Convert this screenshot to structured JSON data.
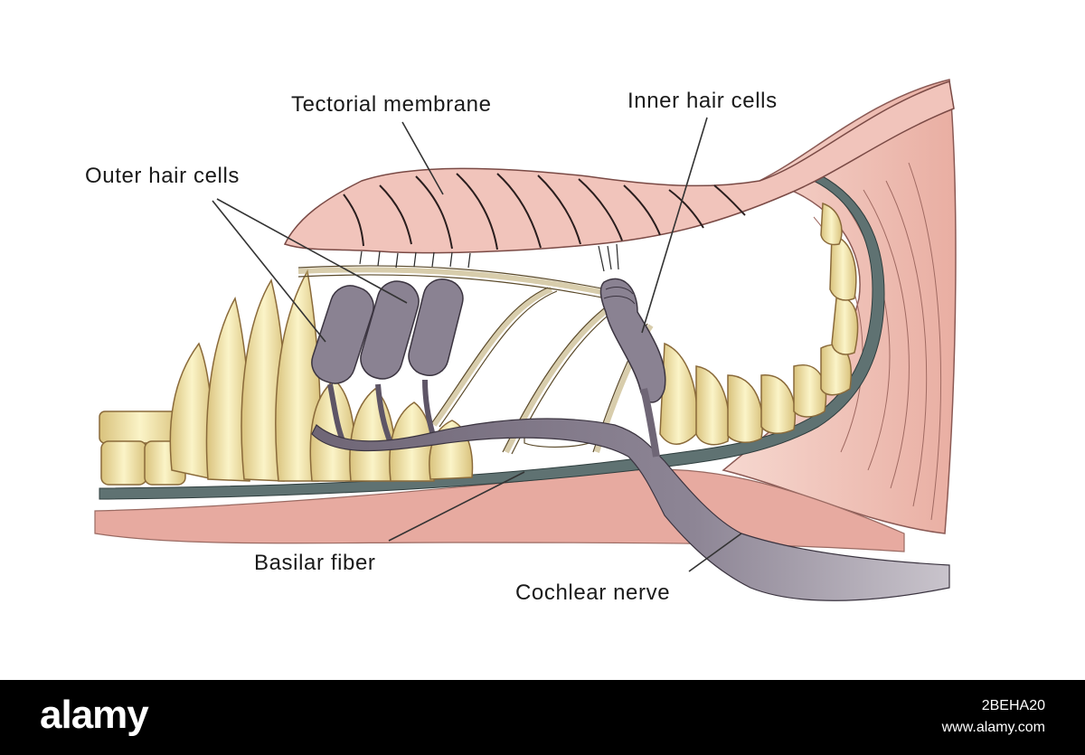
{
  "labels": {
    "tectorial_membrane": "Tectorial membrane",
    "inner_hair_cells": "Inner hair cells",
    "outer_hair_cells": "Outer hair cells",
    "basilar_fiber": "Basilar fiber",
    "cochlear_nerve": "Cochlear nerve"
  },
  "watermark": {
    "brand": "alamy",
    "image_id": "2BEHA20",
    "site": "www.alamy.com"
  },
  "colors": {
    "membrane": "#f1c4bb",
    "membrane_stripe": "#2a1e1e",
    "support_cells": "#efe3a4",
    "support_outline": "#8a6a3a",
    "hair_cells": "#8a8292",
    "nerve": "#7d7485",
    "basilar_layer": "#5f7272",
    "footer": "#000000"
  }
}
